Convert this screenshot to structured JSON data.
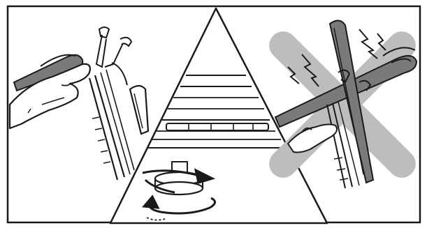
{
  "diagram": {
    "panels": [
      {
        "id": "left",
        "content": "hand-holding-wiper-arm-and-blade"
      },
      {
        "id": "center",
        "content": "close-up-blade-insert-and-rotating-knob"
      },
      {
        "id": "right",
        "content": "wrong-installation-crossed-out"
      }
    ],
    "icons": [
      "hand-icon",
      "wiper-arm-icon",
      "wiper-blade-icon",
      "rotate-arrow-icon",
      "lightning-icon",
      "cross-mark-icon"
    ],
    "colors": {
      "stroke": "#1a1a1a",
      "arm_fill": "#7a7a7a",
      "cross_fill": "#bdbdbd",
      "background": "#ffffff"
    }
  }
}
